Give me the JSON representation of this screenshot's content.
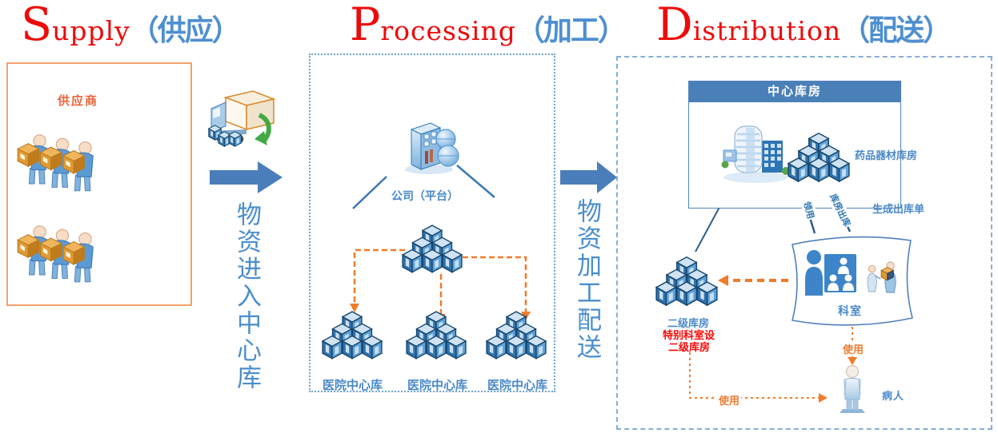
{
  "titles": [
    {
      "initial": "S",
      "rest": "upply",
      "zh": "（供应）"
    },
    {
      "initial": "P",
      "rest": "rocessing",
      "zh": "（加工）"
    },
    {
      "initial": "D",
      "rest": "istribution",
      "zh": "（配送）"
    }
  ],
  "supply": {
    "box_label": "供应商"
  },
  "flow_left": {
    "text": "物资进入中心库"
  },
  "processing": {
    "platform_label": "公司（平台）",
    "hospital_store_labels": [
      "医院中心库",
      "医院中心库",
      "医院中心库"
    ]
  },
  "flow_right": {
    "text": "物资加工配送"
  },
  "distribution": {
    "central_store_title": "中心库房",
    "drug_store_label": "药品器材库房",
    "requisition_label": "领用",
    "store_out_label": "库房出库",
    "generate_order_label": "生成出库单",
    "dept_label": "科室",
    "secondary_store_label": "二级库房",
    "secondary_note1": "特别科室设",
    "secondary_note2": "二级库房",
    "use_label_dept": "使用",
    "use_label_secondary": "使用",
    "patient_label": "病人"
  },
  "icons": {
    "porters": "workers-carrying-boxes-icon",
    "truck": "delivery-truck-icon",
    "platform": "server-platform-icon",
    "pyramid": "stacked-boxes-icon",
    "building": "warehouse-building-icon",
    "org": "department-orgchart-icon",
    "people_small": "staff-handover-icon",
    "patient": "patient-person-icon"
  },
  "colors": {
    "title_red": "#ee0a0a",
    "title_blue": "#4e8fd0",
    "arrow_blue": "#4a7ebb",
    "connector_orange": "#ee7c2b",
    "box_orange_border": "#f2a26b",
    "box_blue_border": "#6aa3d8",
    "banner_blue": "#4a80b8"
  }
}
